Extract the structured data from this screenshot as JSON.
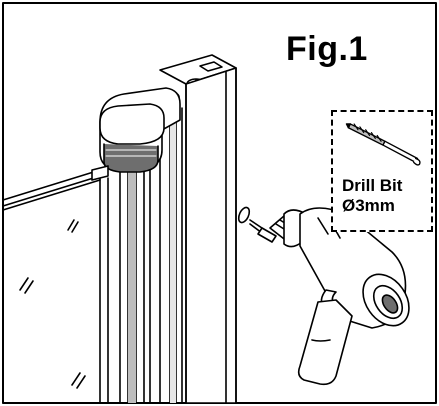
{
  "figure": {
    "title": "Fig.1"
  },
  "callout": {
    "tool_line1": "Drill Bit",
    "tool_line2": "Ø3mm"
  },
  "colors": {
    "line": "#000000",
    "paper": "#ffffff",
    "shade": "#bdbdbd",
    "dark_shade": "#6e6e6e"
  },
  "icons": {
    "tool": "drill-icon",
    "bit": "drill-bit-icon",
    "hinge": "hinge-icon"
  }
}
